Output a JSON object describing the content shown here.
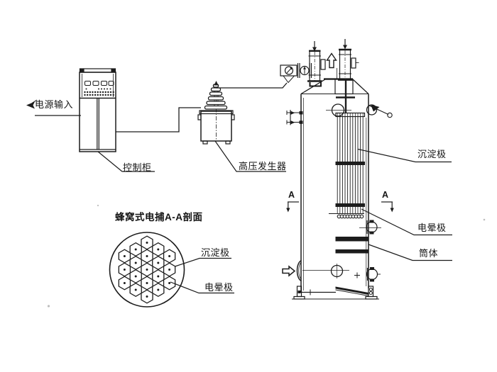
{
  "diagram": {
    "kind": "technical-line-drawing",
    "subject": "honeycomb electrostatic precipitator system schematic",
    "background_color": "#ffffff",
    "line_color": "#1c1c1c",
    "labels": {
      "power_input": "电源输入",
      "control_cabinet": "控制柜",
      "hv_generator": "高压发生器",
      "tower_precipitation_electrode": "沉淀极",
      "tower_corona_electrode": "电晕极",
      "tower_shell": "筒体",
      "section_title": "蜂窝式电捕A-A剖面",
      "section_precipitation_electrode": "沉淀极",
      "section_corona_electrode": "电晕极",
      "section_marker": "A"
    },
    "icons": {
      "power-input-arrow-icon": "filled triangle pointing left",
      "gas-inlet-arrow-icon": "hollow block arrow pointing right",
      "gas-outlet-arrow-icon": "hollow block arrow pointing up",
      "section-cut-arrow-icon": "small filled arrow pointing down",
      "valve-icon": "circle with flow arrow"
    },
    "section_view": {
      "shape": "circle with 19 hexagonal tubes, each with a center wire dot"
    }
  }
}
